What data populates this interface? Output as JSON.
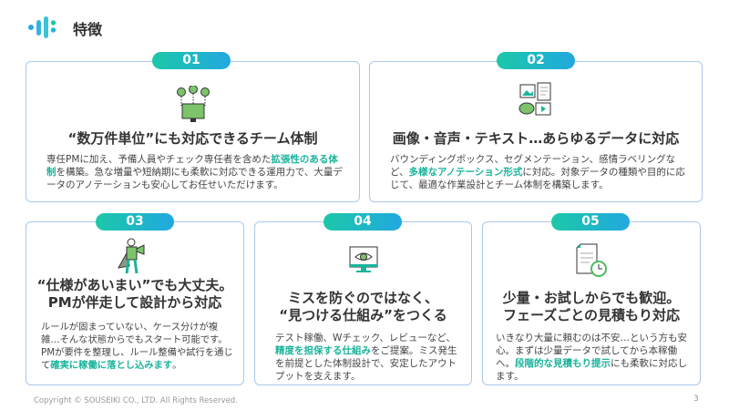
{
  "header": {
    "title": "特徴"
  },
  "colors": {
    "accent": "#1ab49c",
    "badge_start": "#1cc8a8",
    "badge_end": "#22a8e0",
    "border": "#a9c8ec"
  },
  "cards": [
    {
      "number": "01",
      "icon": "team-monitor-icon",
      "title": "“数万件単位”にも対応できるチーム体制",
      "body": {
        "pre": "専任PMに加え、予備人員やチェック専任者を含めた",
        "highlight": "拡張性のある体制",
        "post": "を構築。急な増量や短納期にも柔軟に対応できる運用力で、大量データのアノテーションも安心してお任せいただけます。"
      }
    },
    {
      "number": "02",
      "icon": "media-types-icon",
      "title": "画像・音声・テキスト…あらゆるデータに対応",
      "body": {
        "pre": "バウンディングボックス、セグメンテーション、感情ラベリングなど、",
        "highlight": "多様なアノテーション形式",
        "post": "に対応。対象データの種類や目的に応じて、最適な作業設計とチーム体制を構築します。"
      }
    },
    {
      "number": "03",
      "icon": "megaphone-hero-icon",
      "title_lines": [
        "“仕様があいまい”でも大丈夫。",
        "PMが伴走して設計から対応"
      ],
      "body": {
        "pre": "ルールが固まっていない、ケース分けが複雑…そんな状態からでもスタート可能です。PMが要件を整理し、ルール整備や試行を通じて",
        "highlight": "確実に稼働に落とし込みます",
        "post": "。"
      }
    },
    {
      "number": "04",
      "icon": "eye-monitor-icon",
      "title_lines": [
        "ミスを防ぐのではなく、",
        "“見つける仕組み”をつくる"
      ],
      "body": {
        "pre": "テスト稼働、Wチェック、レビューなど、",
        "highlight": "精度を担保する仕組み",
        "post": "をご提案。ミス発生を前提とした体制設計で、安定したアウトプットを支えます。"
      }
    },
    {
      "number": "05",
      "icon": "document-clock-icon",
      "title_lines": [
        "少量・お試しからでも歓迎。",
        "フェーズごとの見積もり対応"
      ],
      "body": {
        "pre": "いきなり大量に頼むのは不安…という方も安心。まずは少量データで試してから本稼働へ。",
        "highlight": "段階的な見積もり提示",
        "post": "にも柔軟に対応します。"
      }
    }
  ],
  "footer": {
    "copyright": "Copyright © SOUSEIKI CO., LTD. All Rights Reserved.",
    "page_number": "3"
  }
}
